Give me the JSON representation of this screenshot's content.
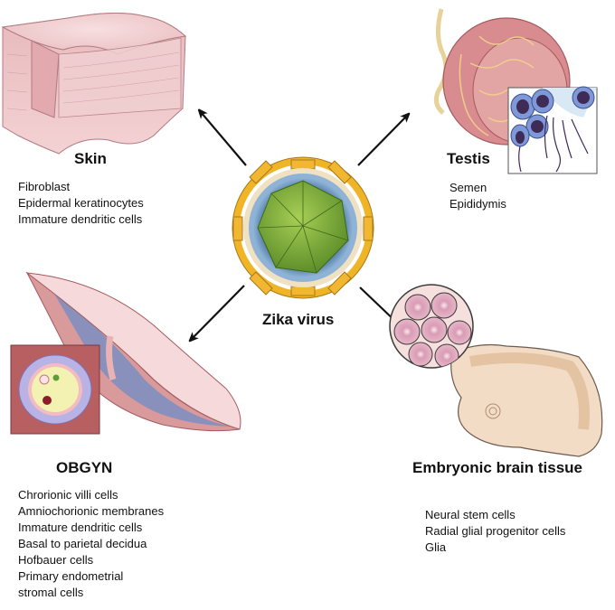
{
  "center": {
    "label": "Zika virus",
    "colors": {
      "capsid": "#7fae3a",
      "envelope": "#6f98c4",
      "spike": "#f2b731"
    }
  },
  "panels": {
    "skin": {
      "title": "Skin",
      "items": [
        "Fibroblast",
        "Epidermal keratinocytes",
        "Immature dendritic cells"
      ]
    },
    "testis": {
      "title": "Testis",
      "items": [
        "Semen",
        "Epididymis"
      ]
    },
    "obgyn": {
      "title": "OBGYN",
      "items": [
        "Chrorionic villi cells",
        "Amniochorionic membranes",
        "Immature dendritic cells",
        "Basal to parietal decidua",
        "Hofbauer cells",
        "Primary endometrial",
        "stromal cells"
      ]
    },
    "brain": {
      "title": "Embryonic brain tissue",
      "items": [
        "Neural stem cells",
        "Radial glial progenitor cells",
        "Glia"
      ]
    }
  }
}
